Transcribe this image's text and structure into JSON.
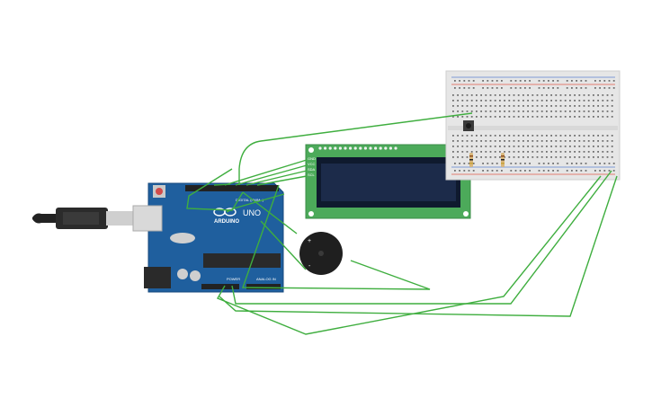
{
  "canvas": {
    "background": "#ffffff",
    "wire_color": "#3fae3f"
  },
  "arduino": {
    "brand": "ARDUINO",
    "model": "UNO",
    "digital_label": "DIGITAL (PWM~)",
    "power_label": "POWER",
    "analog_label": "ANALOG IN",
    "board_color": "#1f5f9e"
  },
  "lcd": {
    "pin_labels": [
      "GND",
      "VCC",
      "SDA",
      "SCL"
    ],
    "pcb_color": "#4caa5a",
    "screen_color": "#1c2b4a"
  },
  "buzzer": {
    "plus_label": "+",
    "minus_label": "-"
  },
  "breadboard": {
    "color": "#e6e6e6",
    "rail_red": "#e05a4a",
    "rail_blue": "#5a7fd0"
  }
}
